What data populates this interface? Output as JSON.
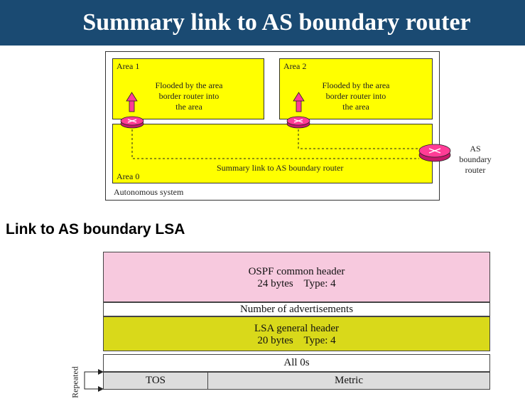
{
  "title": "Summary link to AS boundary router",
  "diagram": {
    "area1_label": "Area 1",
    "area2_label": "Area 2",
    "area0_label": "Area 0",
    "flood_text_lines": [
      "Flooded by the area",
      "border router into",
      "the area"
    ],
    "summary_link_label": "Summary link to AS boundary router",
    "asbr_label_lines": [
      "AS boundary",
      "router"
    ],
    "as_label": "Autonomous system"
  },
  "lsa": {
    "heading": "Link to AS boundary LSA",
    "ospf_header": "OSPF common header",
    "ospf_header_detail": "24 bytes    Type: 4",
    "num_ads": "Number of advertisements",
    "lsa_header": "LSA general header",
    "lsa_header_detail": "20 bytes    Type: 4",
    "all_zeros": "All  0s",
    "tos": "TOS",
    "metric": "Metric",
    "repeated": "Repeated"
  },
  "colors": {
    "title_bg": "#1a4a72",
    "area_fill": "#ffff00",
    "router_fill": "#ff3c96",
    "ospf_header_fill": "#f7c9de",
    "lsa_header_fill": "#d9d91a",
    "tos_row_fill": "#dddddd"
  }
}
